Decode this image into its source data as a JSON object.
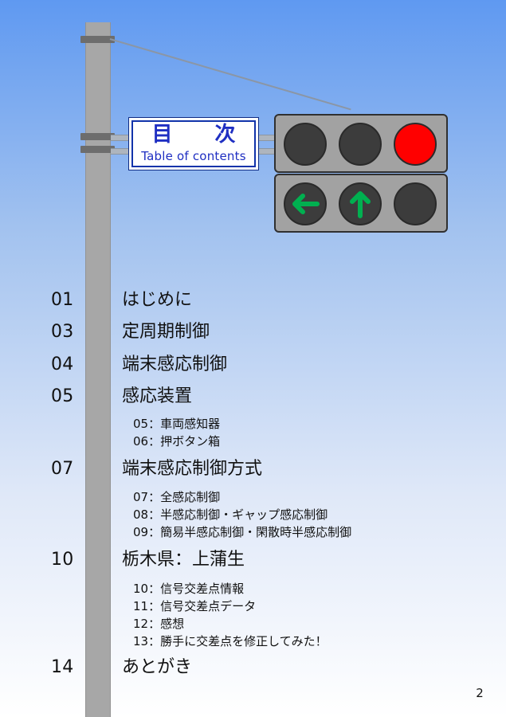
{
  "sign": {
    "title": "目 次",
    "subtitle": "Table of contents"
  },
  "signal": {
    "upper_lamps": [
      "off",
      "off",
      "red"
    ],
    "lower_lamps": [
      "left-arrow",
      "up-arrow",
      "off"
    ],
    "colors": {
      "red": "#ff0000",
      "arrow_green": "#00b050",
      "lamp_off": "#3c3c3c",
      "housing": "#a2a2a2"
    }
  },
  "toc": {
    "entries": [
      {
        "number": "01",
        "title": "はじめに"
      },
      {
        "number": "03",
        "title": "定周期制御"
      },
      {
        "number": "04",
        "title": "端末感応制御"
      },
      {
        "number": "05",
        "title": "感応装置"
      },
      {
        "number": "07",
        "title": "端末感応制御方式"
      },
      {
        "number": "10",
        "title": "栃木県：上蒲生"
      },
      {
        "number": "14",
        "title": "あとがき"
      }
    ],
    "sub_groups": [
      [
        "05：車両感知器",
        "06：押ボタン箱"
      ],
      [
        "07：全感応制御",
        "08：半感応制御・ギャップ感応制御",
        "09：簡易半感応制御・閑散時半感応制御"
      ],
      [
        "10：信号交差点情報",
        "11：信号交差点データ",
        "12：感想",
        "13：勝手に交差点を修正してみた！"
      ]
    ]
  },
  "page": {
    "number": "2"
  }
}
